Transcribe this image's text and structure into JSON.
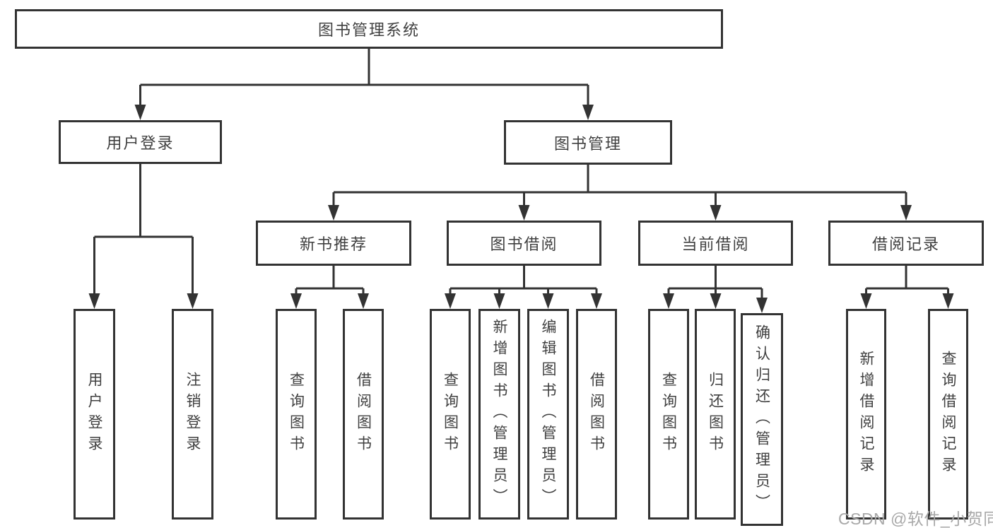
{
  "nodes": {
    "root": "图书管理系统",
    "user_login": "用户登录",
    "book_mgmt": "图书管理",
    "new_book_rec": "新书推荐",
    "book_borrow": "图书借阅",
    "current_borrow": "当前借阅",
    "borrow_record": "借阅记录",
    "leaf_user_login": "用户登录",
    "leaf_logout": "注销登录",
    "leaf_query_book_rec": "查询图书",
    "leaf_borrow_book_rec": "借阅图书",
    "leaf_query_book_borrow": "查询图书",
    "leaf_add_book": "新增图书（管理员）",
    "leaf_edit_book": "编辑图书（管理员）",
    "leaf_borrow_book_borrow": "借阅图书",
    "leaf_query_book_current": "查询图书",
    "leaf_return_book": "归还图书",
    "leaf_confirm_return": "确认归还（管理员）",
    "leaf_add_borrow_record": "新增借阅记录",
    "leaf_query_borrow_record": "查询借阅记录"
  },
  "hierarchy": {
    "label": "图书管理系统",
    "children": [
      {
        "label": "用户登录",
        "children": [
          {
            "label": "用户登录"
          },
          {
            "label": "注销登录"
          }
        ]
      },
      {
        "label": "图书管理",
        "children": [
          {
            "label": "新书推荐",
            "children": [
              {
                "label": "查询图书"
              },
              {
                "label": "借阅图书"
              }
            ]
          },
          {
            "label": "图书借阅",
            "children": [
              {
                "label": "查询图书"
              },
              {
                "label": "新增图书（管理员）"
              },
              {
                "label": "编辑图书（管理员）"
              },
              {
                "label": "借阅图书"
              }
            ]
          },
          {
            "label": "当前借阅",
            "children": [
              {
                "label": "查询图书"
              },
              {
                "label": "归还图书"
              },
              {
                "label": "确认归还（管理员）"
              }
            ]
          },
          {
            "label": "借阅记录",
            "children": [
              {
                "label": "新增借阅记录"
              },
              {
                "label": "查询借阅记录"
              }
            ]
          }
        ]
      }
    ]
  },
  "watermark": "CSDN @软件_小贺同学",
  "colors": {
    "line": "#333333",
    "box_border": "#333333",
    "text": "#404040",
    "watermark": "#a8a8a8",
    "background": "#ffffff"
  }
}
